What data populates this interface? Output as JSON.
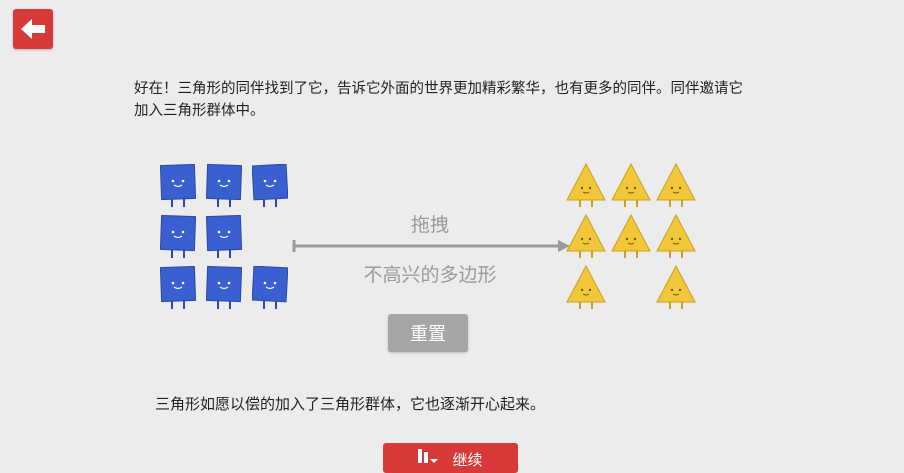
{
  "nav": {
    "back_icon": "arrow-left-icon"
  },
  "story": {
    "intro": "好在！三角形的同伴找到了它，告诉它外面的世界更加精彩繁华，也有更多的同伴。同伴邀请它加入三角形群体中。",
    "outro": "三角形如愿以偿的加入了三角形群体，它也逐渐开心起来。"
  },
  "interaction": {
    "drag_label": "拖拽",
    "target_label": "不高兴的多边形",
    "reset_label": "重置",
    "continue_label": "继续"
  },
  "colors": {
    "accent_red": "#d83a3a",
    "square_blue": "#3a5fd0",
    "triangle_yellow": "#f2c83a",
    "button_gray": "#a6a6a6",
    "label_gray": "#9a9a9a"
  },
  "groups": {
    "squares": {
      "count": 8,
      "rows": [
        3,
        2,
        3
      ]
    },
    "triangles": {
      "count": 8,
      "rows": [
        3,
        3,
        2
      ]
    }
  }
}
